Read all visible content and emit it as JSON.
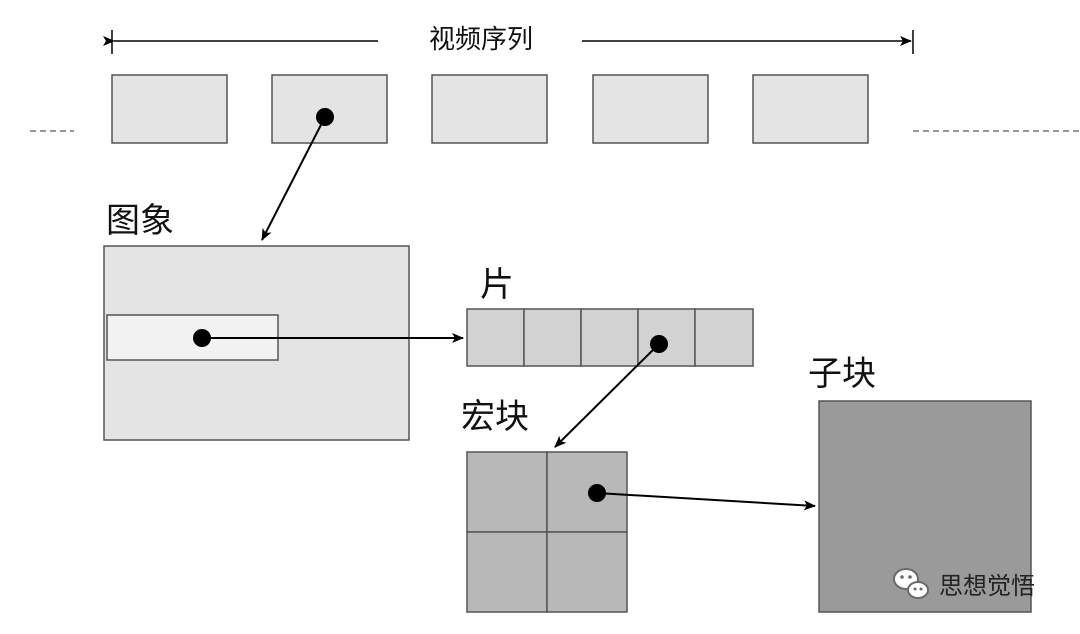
{
  "labels": {
    "video_sequence": "视频序列",
    "image": "图象",
    "slice": "片",
    "macroblock": "宏块",
    "sub_block": "子块"
  },
  "watermark": {
    "text": "思想觉悟",
    "icon": "wechat-icon"
  },
  "colors": {
    "frame_fill": "#e4e4e4",
    "image_fill": "#e4e4e4",
    "slice_fill": "#d2d2d2",
    "macroblock_fill": "#b8b8b8",
    "sub_block_fill": "#9a9a9a",
    "stroke": "#555555",
    "arrow": "#000000"
  }
}
